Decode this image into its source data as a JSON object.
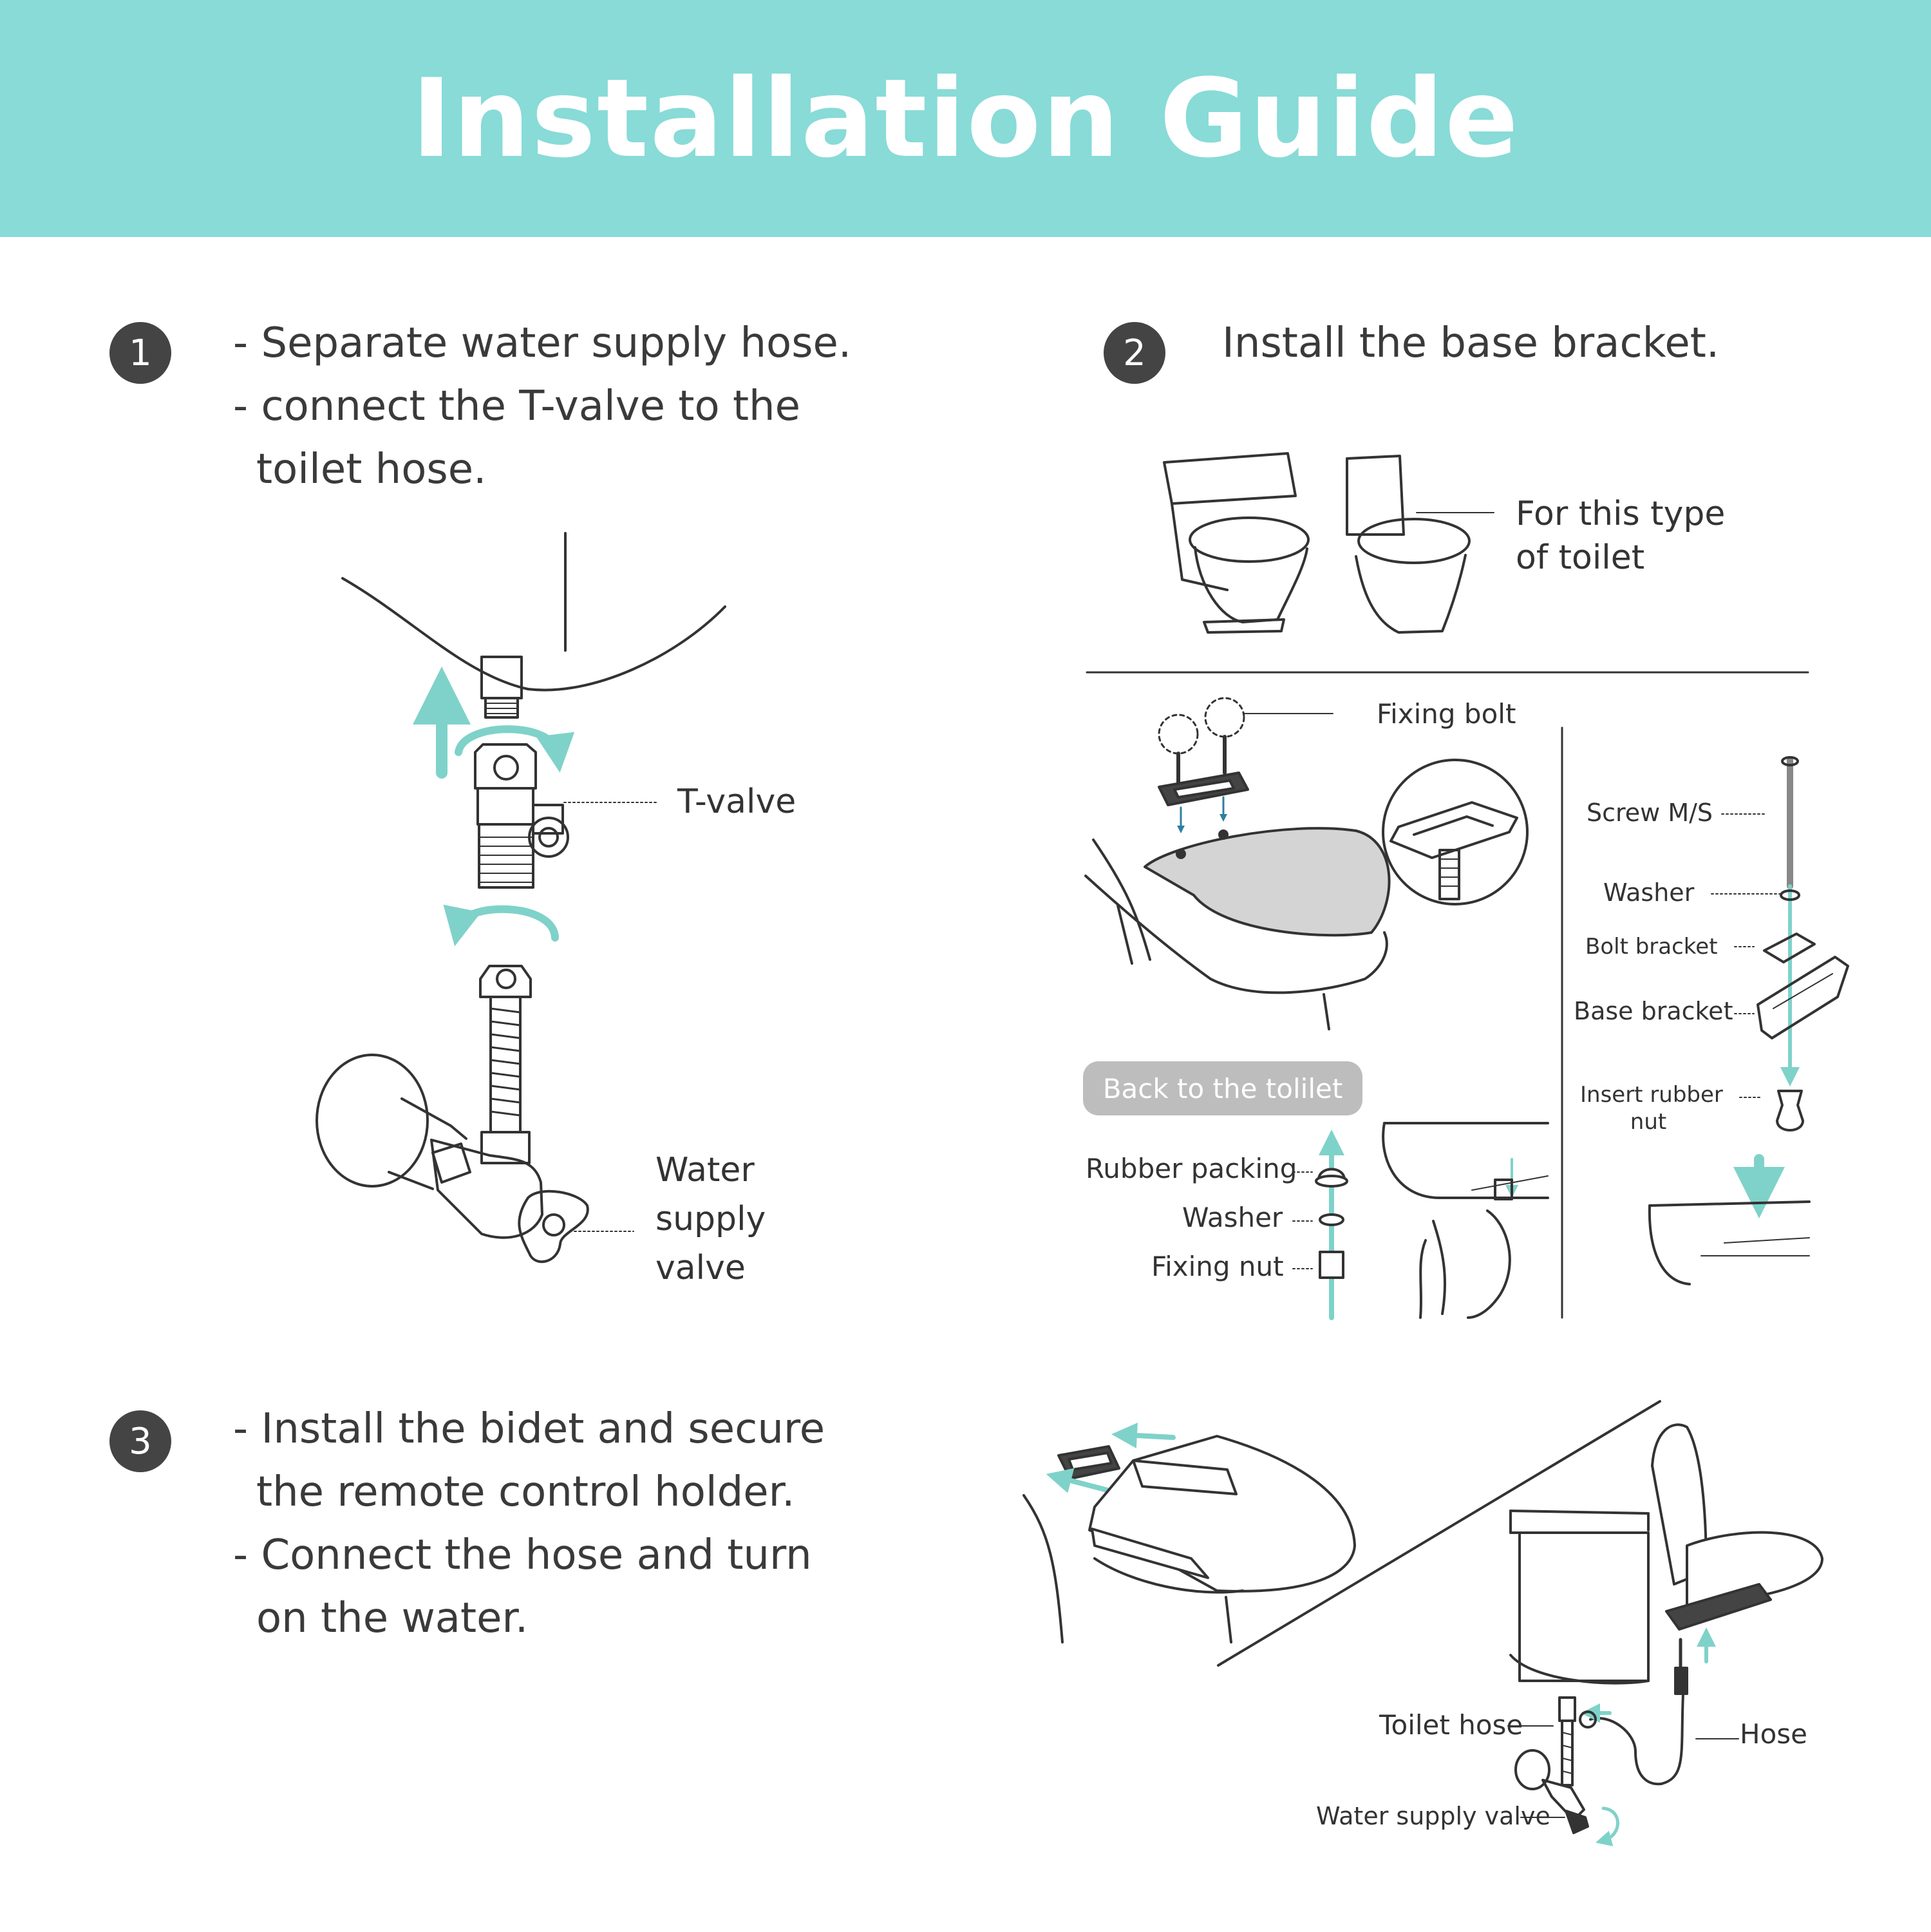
{
  "header": {
    "title": "Installation Guide"
  },
  "colors": {
    "accent": "#88dbd7",
    "arrow": "#7fd2c9",
    "badge_bg": "#bdbdbd",
    "step_circle": "#444444"
  },
  "steps": [
    {
      "number": "1",
      "lines": [
        "- Separate water supply hose.",
        "- connect the T-valve to the",
        "toilet hose."
      ]
    },
    {
      "number": "2",
      "lines": [
        "Install the base bracket."
      ]
    },
    {
      "number": "3",
      "lines": [
        "- Install the bidet and secure",
        "the remote control holder.",
        "- Connect the hose and turn",
        "on the water."
      ]
    }
  ],
  "step1_labels": {
    "t_valve": "T-valve",
    "water_supply_valve": [
      "Water",
      "supply",
      "valve"
    ]
  },
  "step2_labels": {
    "toilet_type": [
      "For this type",
      "of toilet"
    ],
    "fixing_bolt": "Fixing bolt",
    "back_to_toilet": "Back to the tolilet",
    "rubber_packing": "Rubber packing",
    "washer_left": "Washer",
    "fixing_nut": "Fixing nut",
    "screw_ms": "Screw M/S",
    "washer_right": "Washer",
    "bolt_bracket": "Bolt bracket",
    "base_bracket": "Base bracket",
    "insert_rubber_nut": [
      "Insert rubber",
      "nut"
    ]
  },
  "step3_labels": {
    "toilet_hose": "Toilet hose",
    "hose": "Hose",
    "water_supply_valve": "Water supply valve"
  }
}
